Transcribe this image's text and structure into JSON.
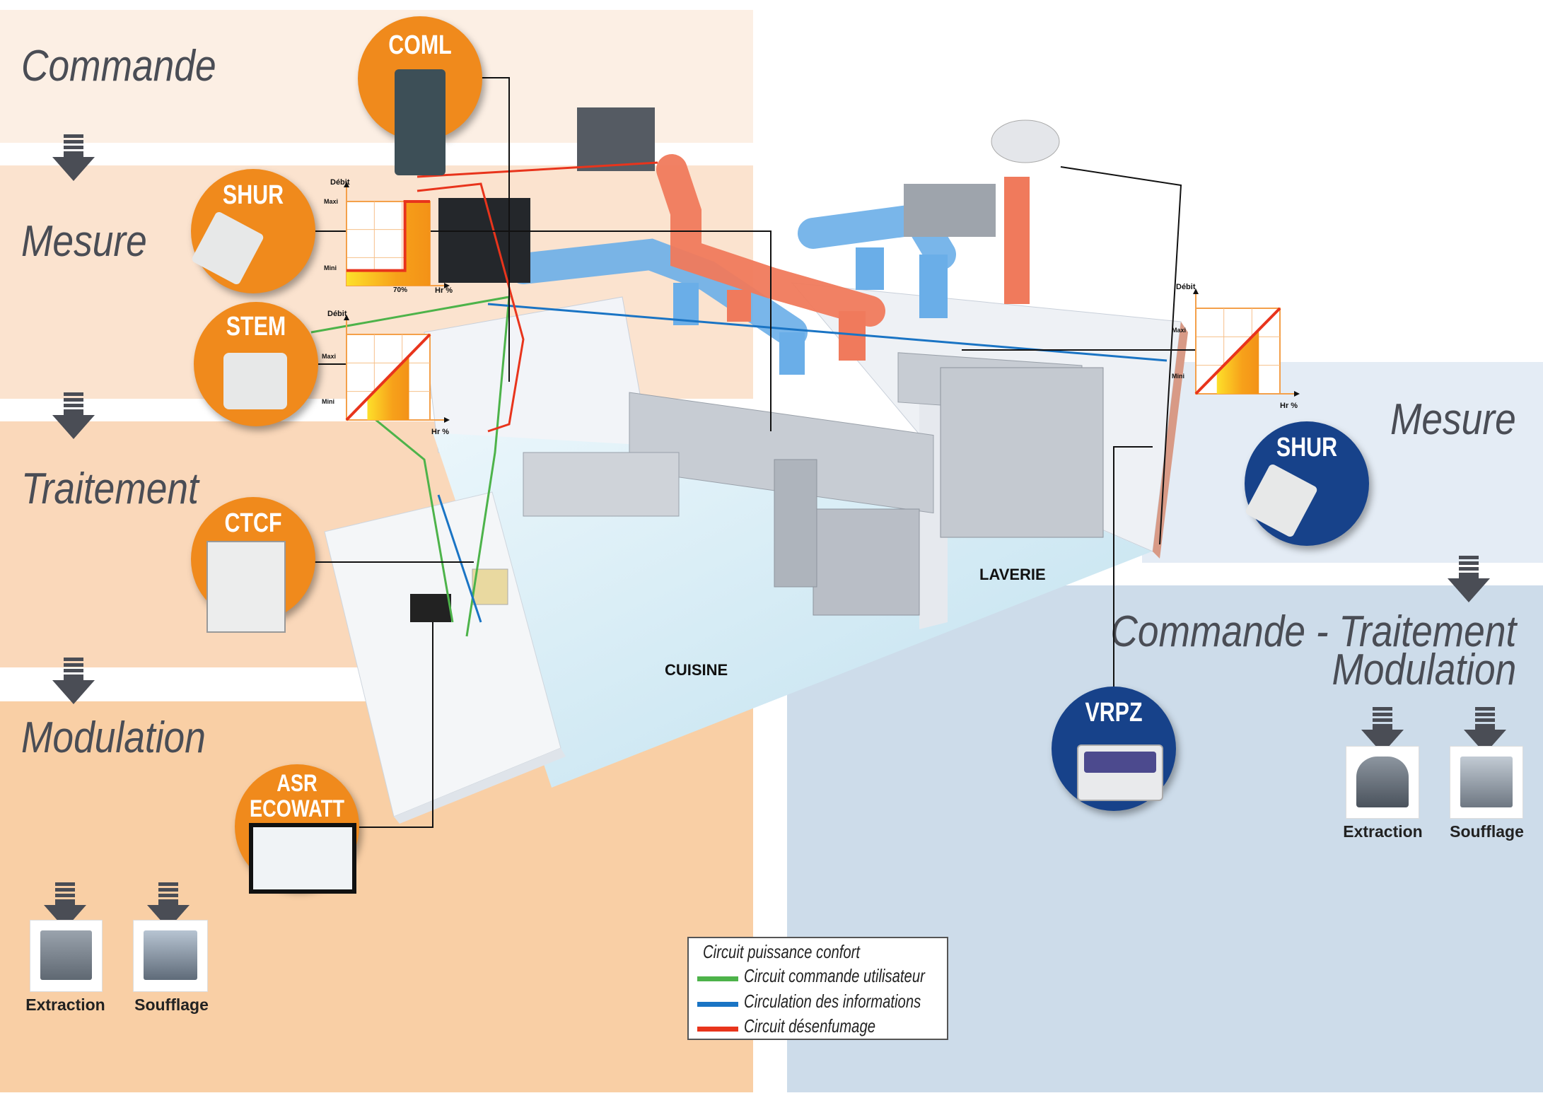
{
  "left": {
    "sections": [
      "Commande",
      "Mesure",
      "Traitement",
      "Modulation"
    ],
    "devices": {
      "coml": "COML",
      "shur": "SHUR",
      "stem": "STEM",
      "ctcf": "CTCF",
      "asr_line1": "ASR",
      "asr_line2": "ECOWATT"
    },
    "products": {
      "extraction": "Extraction",
      "soufflage": "Soufflage"
    }
  },
  "right": {
    "mesure": "Mesure",
    "commande_traitement": "Commande - Traitement",
    "modulation": "Modulation",
    "devices": {
      "shur": "SHUR",
      "vrpz": "VRPZ"
    },
    "products": {
      "extraction": "Extraction",
      "soufflage": "Soufflage"
    }
  },
  "rooms": {
    "cuisine": "CUISINE",
    "laverie": "LAVERIE"
  },
  "legend": {
    "items": [
      {
        "label": "Circuit puissance confort",
        "color": ""
      },
      {
        "label": "Circuit commande utilisateur",
        "color": "#4db34a"
      },
      {
        "label": "Circulation des informations",
        "color": "#1a74c4"
      },
      {
        "label": "Circuit désenfumage",
        "color": "#e8341c"
      }
    ]
  },
  "chart_data": [
    {
      "type": "area",
      "title": "",
      "ylabel": "Débit",
      "xlabel": "Hr %",
      "y_ticks": [
        "Mini",
        "Maxi"
      ],
      "x_ticks": [
        "70%"
      ],
      "description_kind": "step",
      "series": [
        {
          "x": [
            "0",
            "70%",
            "70%",
            "100"
          ],
          "y": [
            "Mini",
            "Mini",
            "Maxi",
            "Maxi"
          ]
        }
      ]
    },
    {
      "type": "line",
      "title": "",
      "ylabel": "Débit",
      "xlabel": "Hr %",
      "y_ticks": [
        "Mini",
        "Maxi"
      ],
      "x_ticks": [],
      "series": [
        {
          "x": [
            0,
            100
          ],
          "y": [
            0,
            100
          ]
        }
      ]
    },
    {
      "type": "line",
      "title": "",
      "ylabel": "Débit",
      "xlabel": "Hr %",
      "y_ticks": [
        "Mini",
        "Maxi"
      ],
      "x_ticks": [],
      "series": [
        {
          "x": [
            0,
            100
          ],
          "y": [
            0,
            100
          ]
        }
      ]
    }
  ],
  "colors": {
    "orange": "#f08a1c",
    "navy": "#17428a",
    "peach1": "#fcefe4",
    "peach2": "#fbe3cf",
    "peach3": "#fad8ba",
    "peach4": "#f9cfa5",
    "blue_light": "#e4ecf5",
    "blue_mid": "#cddcea"
  }
}
